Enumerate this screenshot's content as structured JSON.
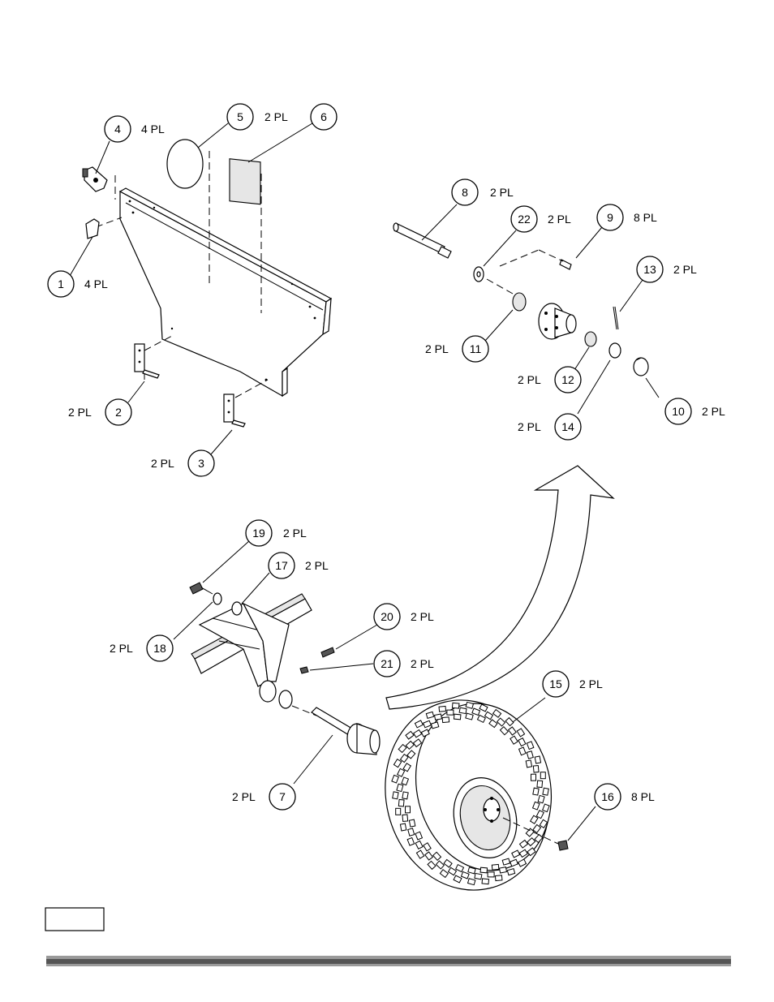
{
  "callouts": [
    {
      "num": "4",
      "qty": "4 PL"
    },
    {
      "num": "5",
      "qty": "2 PL"
    },
    {
      "num": "6",
      "qty": ""
    },
    {
      "num": "1",
      "qty": "4 PL"
    },
    {
      "num": "2",
      "qty": "2 PL"
    },
    {
      "num": "3",
      "qty": "2 PL"
    },
    {
      "num": "8",
      "qty": "2 PL"
    },
    {
      "num": "22",
      "qty": "2 PL"
    },
    {
      "num": "9",
      "qty": "8 PL"
    },
    {
      "num": "13",
      "qty": "2 PL"
    },
    {
      "num": "11",
      "qty": "2 PL"
    },
    {
      "num": "12",
      "qty": "2 PL"
    },
    {
      "num": "10",
      "qty": "2 PL"
    },
    {
      "num": "14",
      "qty": "2 PL"
    },
    {
      "num": "19",
      "qty": "2 PL"
    },
    {
      "num": "17",
      "qty": "2 PL"
    },
    {
      "num": "18",
      "qty": "2 PL"
    },
    {
      "num": "20",
      "qty": "2 PL"
    },
    {
      "num": "21",
      "qty": "2 PL"
    },
    {
      "num": "15",
      "qty": "2 PL"
    },
    {
      "num": "7",
      "qty": "2 PL"
    },
    {
      "num": "16",
      "qty": "8 PL"
    }
  ],
  "page_label": "",
  "colors": {
    "line": "#000000",
    "footer_bar": "#555555",
    "footer_bar_light": "#9a9a9a"
  }
}
